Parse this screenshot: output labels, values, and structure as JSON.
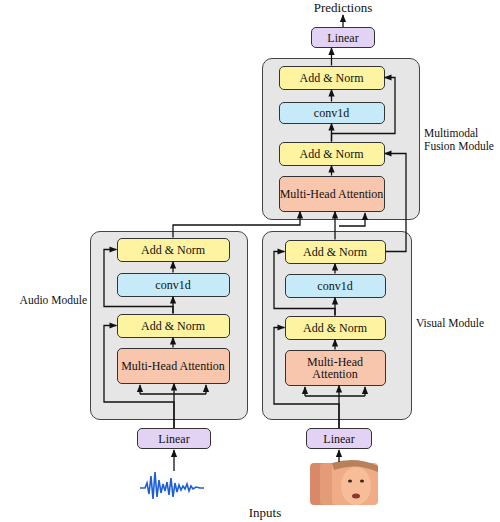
{
  "diagram": {
    "nodes": [
      {
        "text": [
          "Linear"
        ]
      },
      {
        "text": [
          "Multimodal Fusion Module"
        ]
      },
      {
        "text": [
          "Add & Norm"
        ],
        "in": 1
      },
      {
        "text": [
          "conv1d"
        ],
        "in": 1
      },
      {
        "text": [
          "Add & Norm"
        ],
        "in": 1
      },
      {
        "text": [
          "Multi-Head Attention"
        ],
        "in": 1
      },
      {
        "text": [
          "Audio Module"
        ]
      },
      {
        "text": [
          "Add & Norm"
        ],
        "in": 6
      },
      {
        "text": [
          "conv1d"
        ],
        "in": 6
      },
      {
        "text": [
          "Add & Norm"
        ],
        "in": 6
      },
      {
        "text": [
          "Multi-Head Attention"
        ],
        "in": 6
      },
      {
        "text": [
          "Visual Module"
        ]
      },
      {
        "text": [
          "Add & Norm"
        ],
        "in": 11
      },
      {
        "text": [
          "conv1d"
        ],
        "in": 11
      },
      {
        "text": [
          "Add & Norm"
        ],
        "in": 11
      },
      {
        "text": [
          "Multi-Head Attention"
        ],
        "in": 11
      },
      {
        "text": [
          "Linear"
        ]
      },
      {
        "text": [
          "Linear"
        ]
      }
    ],
    "edges": [
      {
        "from": 16,
        "to": 10,
        "arrow": "to"
      },
      {
        "from": 16,
        "to": 9,
        "arrow": "to"
      },
      {
        "from": 10,
        "to": 9,
        "arrow": "to"
      },
      {
        "from": 9,
        "to": 8,
        "arrow": "to"
      },
      {
        "from": 8,
        "to": 7,
        "arrow": "to"
      },
      {
        "from": 9,
        "to": 7,
        "arrow": "to"
      },
      {
        "from": 17,
        "to": 15,
        "arrow": "to"
      },
      {
        "from": 17,
        "to": 14,
        "arrow": "to"
      },
      {
        "from": 15,
        "to": 14,
        "arrow": "to"
      },
      {
        "from": 14,
        "to": 13,
        "arrow": "to"
      },
      {
        "from": 13,
        "to": 12,
        "arrow": "to"
      },
      {
        "from": 14,
        "to": 12,
        "arrow": "to"
      },
      {
        "from": 7,
        "to": 5,
        "arrow": "to"
      },
      {
        "from": 12,
        "to": 5,
        "arrow": "to"
      },
      {
        "from": 12,
        "to": 4,
        "arrow": "to"
      },
      {
        "from": 5,
        "to": 4,
        "arrow": "to"
      },
      {
        "from": 4,
        "to": 3,
        "arrow": "to"
      },
      {
        "from": 3,
        "to": 2,
        "arrow": "to"
      },
      {
        "from": 4,
        "to": 2,
        "arrow": "to"
      },
      {
        "from": 2,
        "to": 0,
        "arrow": "to"
      }
    ],
    "labels": [
      "Predictions",
      "Inputs"
    ]
  }
}
